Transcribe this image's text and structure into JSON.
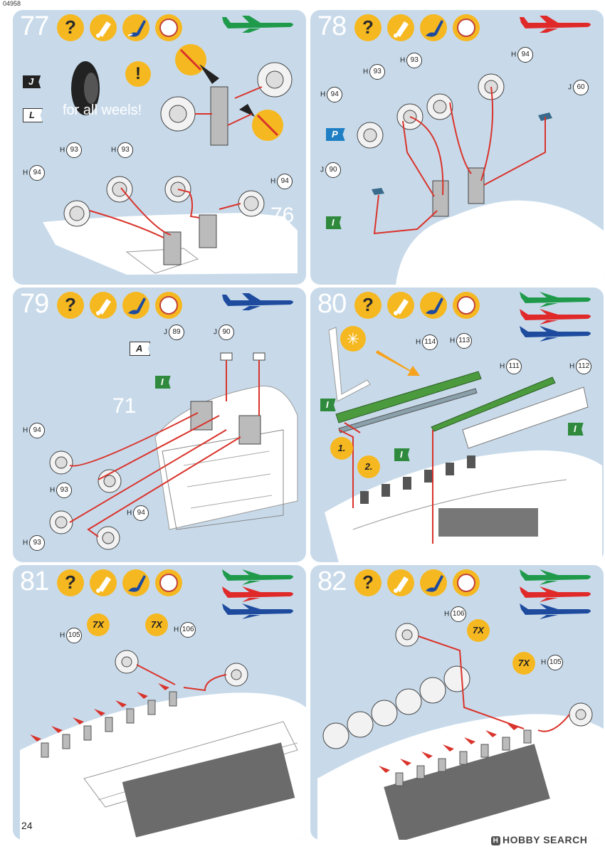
{
  "page": {
    "code": "04958",
    "page_number": "24"
  },
  "watermark": {
    "text": "HOBBY SEARCH",
    "logo": "H"
  },
  "steps": [
    {
      "number": "77"
    },
    {
      "number": "78"
    },
    {
      "number": "79"
    },
    {
      "number": "80"
    },
    {
      "number": "81"
    },
    {
      "number": "82"
    }
  ],
  "step77": {
    "note": "for all weels!",
    "flag_j": "J",
    "flag_l": "L",
    "ref": "76",
    "labels": [
      {
        "prefix": "H",
        "num": "93"
      },
      {
        "prefix": "H",
        "num": "93"
      },
      {
        "prefix": "H",
        "num": "94"
      },
      {
        "prefix": "H",
        "num": "94"
      }
    ]
  },
  "step78": {
    "flag_p": "P",
    "flag_i": "I",
    "labels": [
      {
        "prefix": "H",
        "num": "93"
      },
      {
        "prefix": "H",
        "num": "94"
      },
      {
        "prefix": "H",
        "num": "93"
      },
      {
        "prefix": "H",
        "num": "94"
      },
      {
        "prefix": "J",
        "num": "60"
      },
      {
        "prefix": "J",
        "num": "90"
      }
    ]
  },
  "step79": {
    "flag_a": "A",
    "flag_i": "I",
    "ref": "71",
    "labels": [
      {
        "prefix": "J",
        "num": "89"
      },
      {
        "prefix": "J",
        "num": "90"
      },
      {
        "prefix": "H",
        "num": "94"
      },
      {
        "prefix": "H",
        "num": "93"
      },
      {
        "prefix": "H",
        "num": "93"
      },
      {
        "prefix": "H",
        "num": "94"
      }
    ]
  },
  "step80": {
    "order1": "1.",
    "order2": "2.",
    "flag_i": "I",
    "labels": [
      {
        "prefix": "H",
        "num": "114"
      },
      {
        "prefix": "H",
        "num": "113"
      },
      {
        "prefix": "H",
        "num": "111"
      },
      {
        "prefix": "H",
        "num": "112"
      }
    ]
  },
  "step81": {
    "qty1": "7X",
    "qty2": "7X",
    "labels": [
      {
        "prefix": "H",
        "num": "105"
      },
      {
        "prefix": "H",
        "num": "106"
      }
    ]
  },
  "step82": {
    "qty1": "7X",
    "qty2": "7X",
    "labels": [
      {
        "prefix": "H",
        "num": "106"
      },
      {
        "prefix": "H",
        "num": "105"
      }
    ]
  },
  "colors": {
    "panel": "#c8daea",
    "icon_yellow": "#f6b820",
    "arrow_red": "#d9332b",
    "plane_green": "#1f9a4b",
    "plane_red": "#e02a2a",
    "plane_blue": "#1e4b9e",
    "flag_green": "#2f8a3d",
    "flag_blue": "#1f7fc4"
  },
  "icons": [
    "help-icon",
    "glue-icon",
    "paint-brush-icon",
    "clock-icon"
  ]
}
